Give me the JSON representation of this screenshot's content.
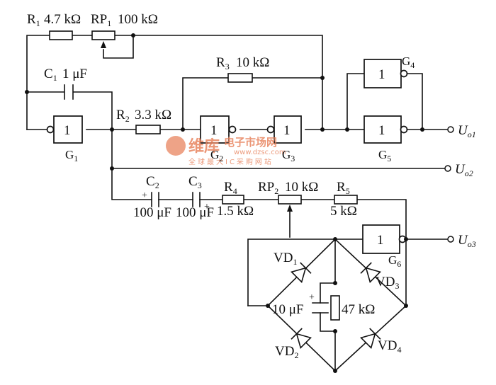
{
  "labels": {
    "r1": "R",
    "r1_sub": "1",
    "r1_val": "4.7 kΩ",
    "rp1": "RP",
    "rp1_sub": "1",
    "rp1_val": "100 kΩ",
    "c1": "C",
    "c1_sub": "1",
    "c1_val": "1 μF",
    "r2": "R",
    "r2_sub": "2",
    "r2_val": "3.3 kΩ",
    "r3": "R",
    "r3_sub": "3",
    "r3_val": "10 kΩ",
    "g1": "G",
    "g1_sub": "1",
    "g2": "G",
    "g2_sub": "2",
    "g3": "G",
    "g3_sub": "3",
    "g4": "G",
    "g4_sub": "4",
    "g5": "G",
    "g5_sub": "5",
    "g6": "G",
    "g6_sub": "6",
    "gate_text": "1",
    "c2": "C",
    "c2_sub": "2",
    "c2_val": "100 μF",
    "c3": "C",
    "c3_sub": "3",
    "c3_val": "100 μF",
    "r4": "R",
    "r4_sub": "4",
    "r4_val": "1.5 kΩ",
    "rp2": "RP",
    "rp2_sub": "2",
    "rp2_val": "10 kΩ",
    "r5": "R",
    "r5_sub": "5",
    "r5_val": "5 kΩ",
    "vd1": "VD",
    "vd1_sub": "1",
    "vd2": "VD",
    "vd2_sub": "2",
    "vd3": "VD",
    "vd3_sub": "3",
    "vd4": "VD",
    "vd4_sub": "4",
    "cap_val": "10 μF",
    "res_val": "47 kΩ",
    "plus": "+",
    "uo1": "U",
    "uo1_sub": "o1",
    "uo2": "U",
    "uo2_sub": "o2",
    "uo3": "U",
    "uo3_sub": "o3"
  },
  "watermark": {
    "brand": "维库",
    "title": "电子市场网",
    "url": "www.dzsc.com",
    "slogan": "全球最大IC采购网站",
    "color": "#e8845f"
  }
}
